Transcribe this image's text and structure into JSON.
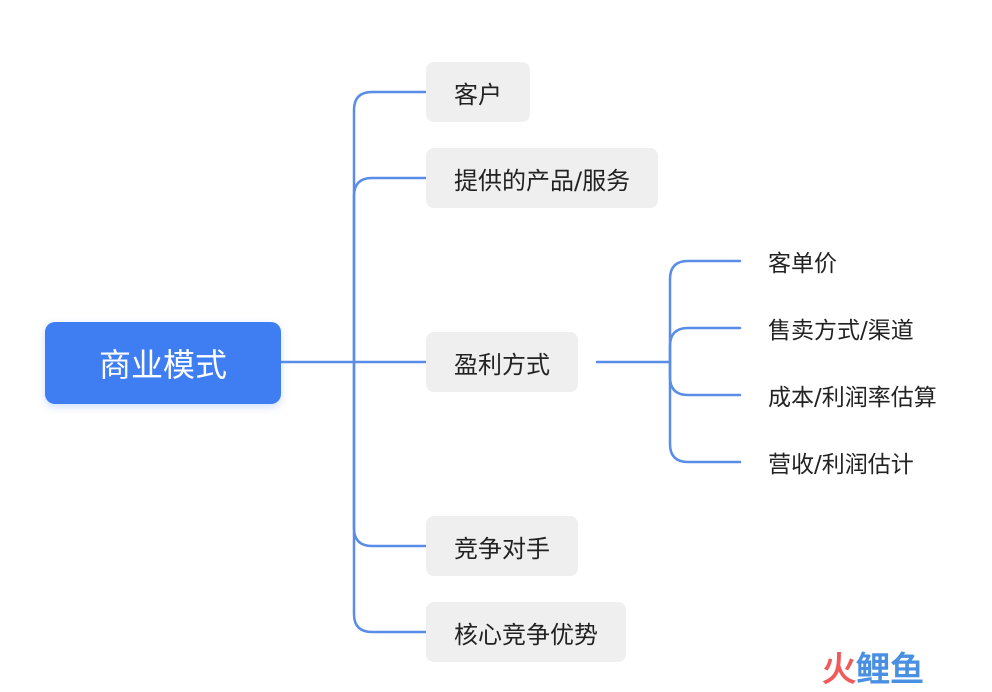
{
  "colors": {
    "root_fill": "#3f7ef2",
    "connector": "#5a8de8",
    "branch_fill": "#efefef",
    "text": "#222222"
  },
  "mindmap": {
    "root": {
      "label": "商业模式"
    },
    "branches": [
      {
        "label": "客户"
      },
      {
        "label": "提供的产品/服务"
      },
      {
        "label": "盈利方式",
        "children": [
          {
            "label": "客单价"
          },
          {
            "label": "售卖方式/渠道"
          },
          {
            "label": "成本/利润率估算"
          },
          {
            "label": "营收/利润估计"
          }
        ]
      },
      {
        "label": "竞争对手"
      },
      {
        "label": "核心竞争优势"
      }
    ]
  },
  "watermark": {
    "left": "火",
    "right": "鲤鱼"
  }
}
